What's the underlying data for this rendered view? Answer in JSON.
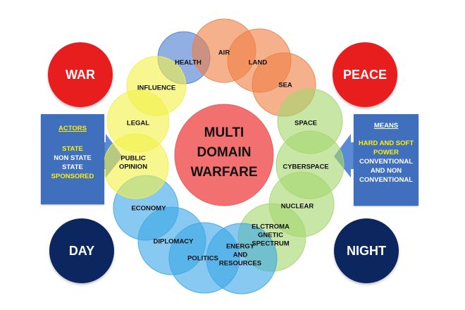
{
  "center": {
    "lines": [
      "MULTI",
      "DOMAIN",
      "WARFARE"
    ]
  },
  "corners": {
    "war": "WAR",
    "peace": "PEACE",
    "day": "DAY",
    "night": "NIGHT"
  },
  "actors_panel": {
    "heading": "ACTORS",
    "lines": [
      {
        "text": "STATE",
        "color": "#ffee00"
      },
      {
        "text": "NON STATE",
        "color": "#ffffff"
      },
      {
        "text": "STATE",
        "color": "#ffffff"
      },
      {
        "text": "SPONSORED",
        "color": "#ffee00"
      }
    ]
  },
  "means_panel": {
    "heading": "MEANS",
    "lines": [
      {
        "text": "HARD AND SOFT",
        "color": "#ffee00"
      },
      {
        "text": "POWER",
        "color": "#ffee00"
      },
      {
        "text": "CONVENTIONAL",
        "color": "#ffffff"
      },
      {
        "text": "AND NON",
        "color": "#ffffff"
      },
      {
        "text": "CONVENTIONAL",
        "color": "#ffffff"
      }
    ]
  },
  "domains": [
    {
      "id": "health",
      "lines": [
        "HEALTH"
      ],
      "color": "#4f7ed4"
    },
    {
      "id": "air",
      "lines": [
        "AIR"
      ],
      "color": "#ef7f45"
    },
    {
      "id": "land",
      "lines": [
        "LAND"
      ],
      "color": "#ef7f45"
    },
    {
      "id": "sea",
      "lines": [
        "SEA"
      ],
      "color": "#ef7f45"
    },
    {
      "id": "space",
      "lines": [
        "SPACE"
      ],
      "color": "#a6d770"
    },
    {
      "id": "cyberspace",
      "lines": [
        "CYBERSPACE"
      ],
      "color": "#a6d770"
    },
    {
      "id": "nuclear",
      "lines": [
        "NUCLEAR"
      ],
      "color": "#a6d770"
    },
    {
      "id": "electromagnetic-spectrum",
      "lines": [
        "ELCTROMA",
        "GNETIC",
        "SPECTRUM"
      ],
      "color": "#a6d770"
    },
    {
      "id": "energy-and-resources",
      "lines": [
        "ENERGY",
        "AND",
        "RESOURCES"
      ],
      "color": "#3ea8e6"
    },
    {
      "id": "politics",
      "lines": [
        "POLITICS"
      ],
      "color": "#3ea8e6"
    },
    {
      "id": "diplomacy",
      "lines": [
        "DIPLOMACY"
      ],
      "color": "#3ea8e6"
    },
    {
      "id": "economy",
      "lines": [
        "ECONOMY"
      ],
      "color": "#3ea8e6"
    },
    {
      "id": "public-opinion",
      "lines": [
        "PUBLIC",
        "OPINION"
      ],
      "color": "#f2f04a"
    },
    {
      "id": "legal",
      "lines": [
        "LEGAL"
      ],
      "color": "#f2f04a"
    },
    {
      "id": "influence",
      "lines": [
        "INFLUENCE"
      ],
      "color": "#f2f04a"
    }
  ],
  "colors": {
    "center_fill": "#f27070",
    "war_peace": "#e81e1e",
    "day_night": "#0c2660",
    "panel": "#3f6fbd",
    "arrow": "#5b8bd6"
  }
}
